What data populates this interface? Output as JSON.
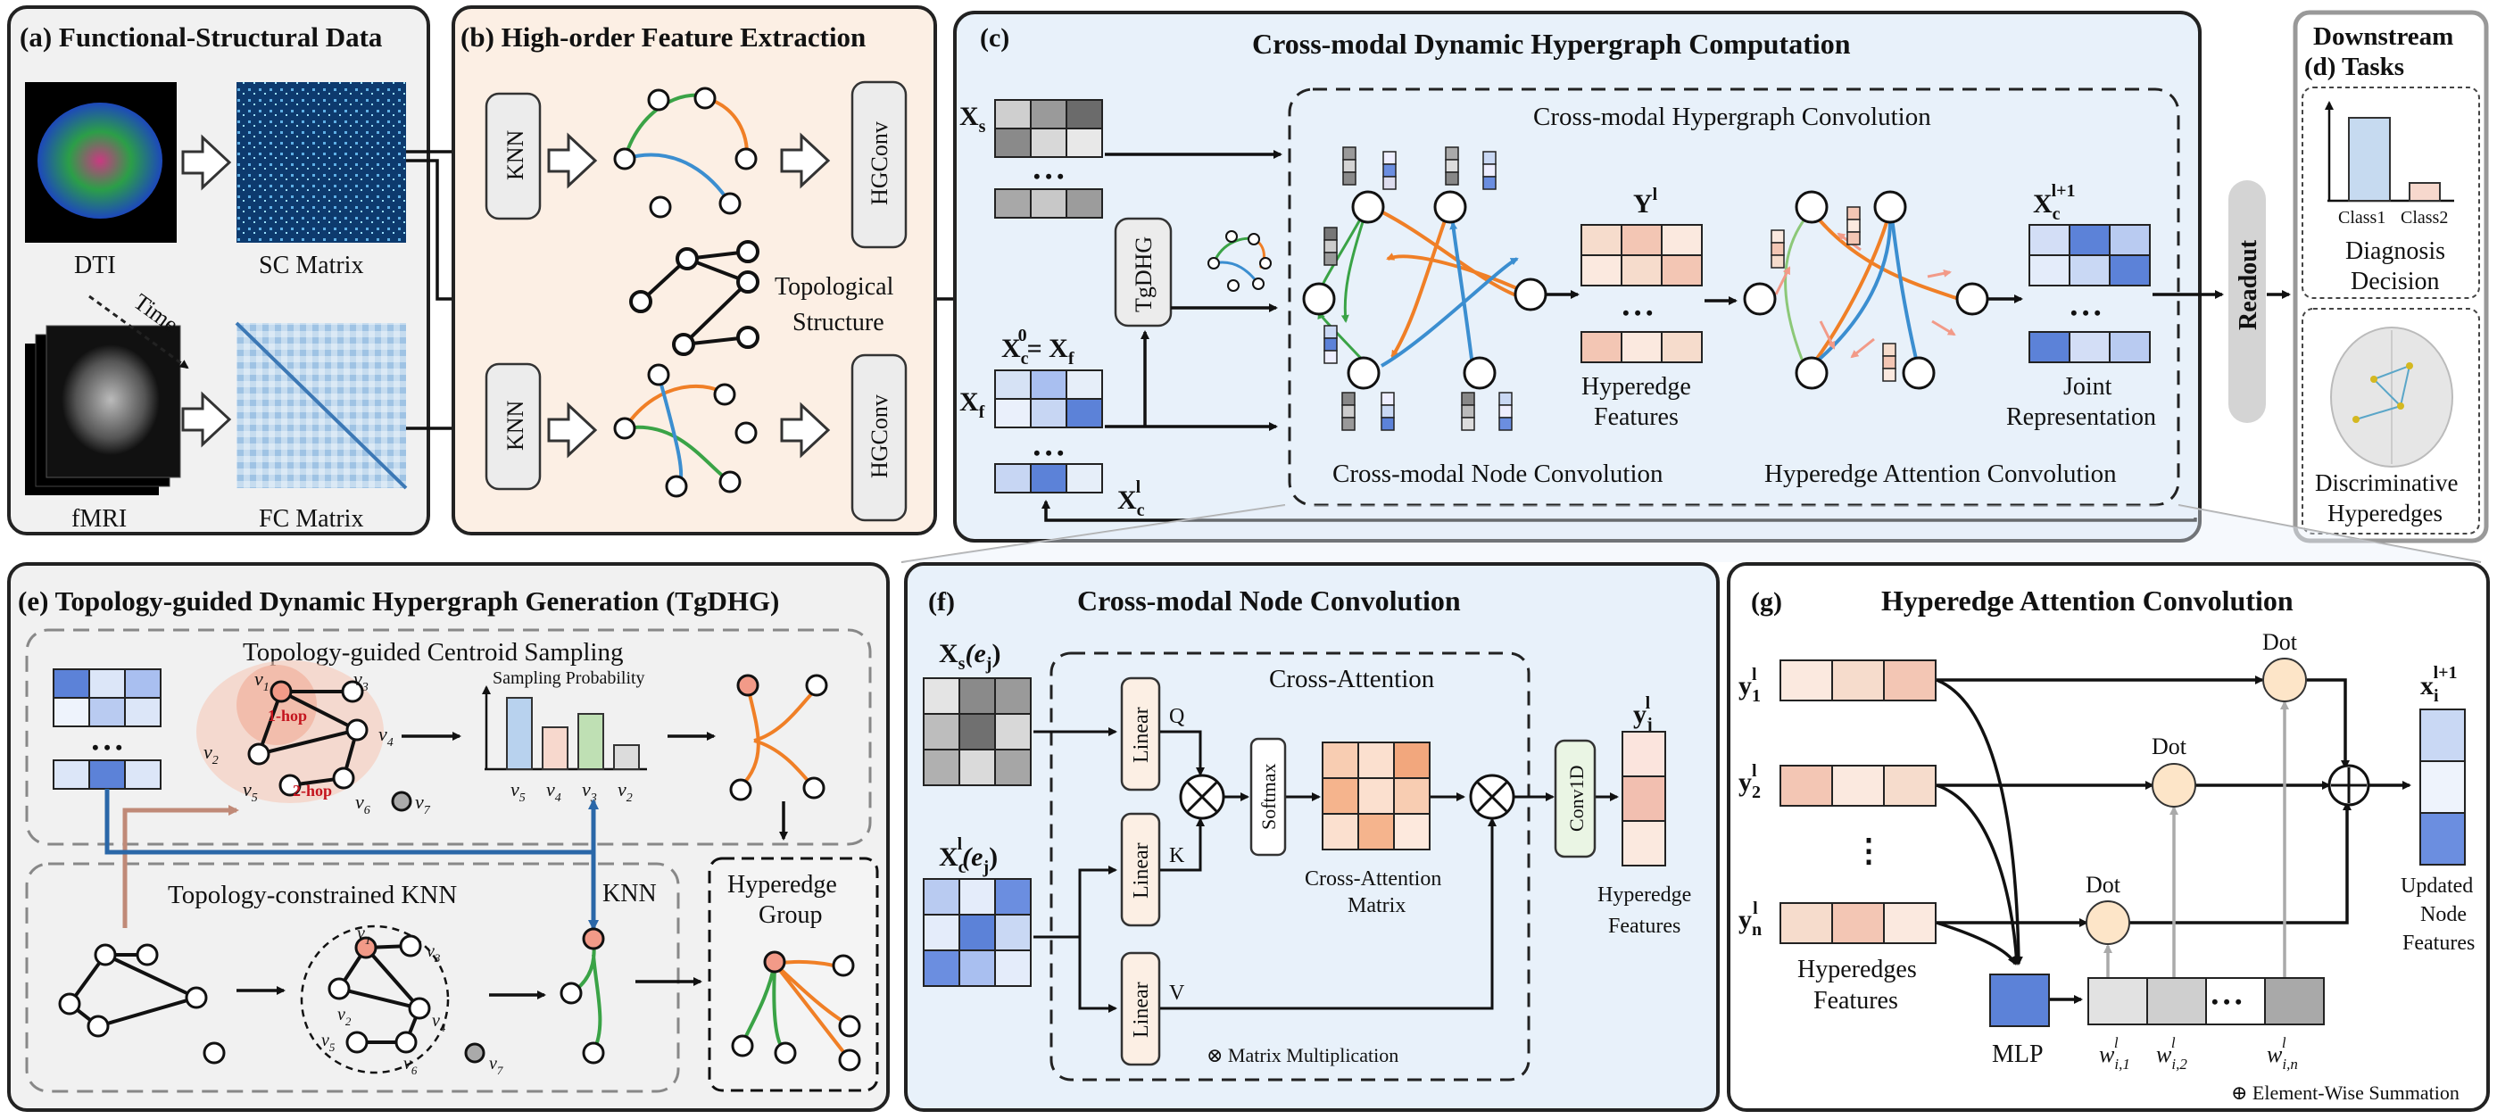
{
  "panels": {
    "a": {
      "title": "(a) Functional-Structural Data",
      "dti": "DTI",
      "sc": "SC Matrix",
      "fmri": "fMRI",
      "fc": "FC Matrix",
      "time": "Time"
    },
    "b": {
      "title": "(b) High-order Feature Extraction",
      "knn": "KNN",
      "hgconv": "HGConv",
      "topo1": "Topological",
      "topo2": "Structure"
    },
    "c": {
      "title": "(c)",
      "heading": "Cross-modal Dynamic Hypergraph Computation",
      "tgdhg": "TgDHG",
      "inner_title": "Cross-modal Hypergraph Convolution",
      "yl": "Y",
      "yl_sup": "l",
      "hyper1": "Hyperedge",
      "hyper2": "Features",
      "xc": "X",
      "xc_sub": "c",
      "xc_sup": "l+1",
      "joint1": "Joint",
      "joint2": "Representation",
      "node_conv": "Cross-modal Node Convolution",
      "hyper_att": "Hyperedge Attention Convolution",
      "xs": "X",
      "xs_sub": "s",
      "xf": "X",
      "xf_sub": "f",
      "xc0": "X",
      "xc0_sub": "c",
      "xc0_sup": "0",
      "xc0_eq": "= X",
      "xc0_eq_sub": "f",
      "xcl": "X",
      "xcl_sub": "c",
      "xcl_sup": "l",
      "dots": "• • •"
    },
    "readout": "Readout",
    "d": {
      "title1": "Downstream",
      "title2": "(d)   Tasks",
      "class1": "Class1",
      "class2": "Class2",
      "diag1": "Diagnosis",
      "diag2": "Decision",
      "disc1": "Discriminative",
      "disc2": "Hyperedges"
    },
    "e": {
      "title": "(e) Topology-guided Dynamic Hypergraph Generation (TgDHG)",
      "centroid": "Topology-guided Centroid Sampling",
      "sampling": "Sampling Probability",
      "hop1": "1-hop",
      "hop2": "2-hop",
      "knn_title": "Topology-constrained KNN",
      "knn": "KNN",
      "group1": "Hyperedge",
      "group2": "Group",
      "bars": [
        "v5",
        "v4",
        "v3",
        "v2"
      ]
    },
    "f": {
      "title": "(f)",
      "heading": "Cross-modal Node Convolution",
      "cross": "Cross-Attention",
      "linear": "Linear",
      "q": "Q",
      "k": "K",
      "v": "V",
      "softmax": "Softmax",
      "matrix1": "Cross-Attention",
      "matrix2": "Matrix",
      "conv": "Conv1D",
      "hyper1": "Hyperedge",
      "hyper2": "Features",
      "mm": "⊗ Matrix Multiplication",
      "xs": "X",
      "xs_sub": "s",
      "ej": "(e",
      "ej_sub": "j",
      "close": ")",
      "xcl": "X",
      "xcl_sub": "c",
      "xcl_sup": "l",
      "yj": "y",
      "yj_sub": "j",
      "yj_sup": "l"
    },
    "g": {
      "title": "(g)",
      "heading": "Hyperedge Attention Convolution",
      "dot": "Dot",
      "mlp": "MLP",
      "hyper1": "Hyperedges",
      "hyper2": "Features",
      "upd1": "Updated",
      "upd2": "Node",
      "upd3": "Features",
      "sum": "⊕ Element-Wise Summation",
      "y": "y",
      "x": "x",
      "xsub": "i",
      "xsup": "l+1",
      "w": "w",
      "vdots": "⋮"
    },
    "nodes": {
      "v1": "v",
      "s1": "1",
      "s2": "2",
      "s3": "3",
      "s4": "4",
      "s5": "5",
      "s6": "6",
      "s7": "7"
    }
  },
  "colors": {
    "green": "#3aa346",
    "orange": "#f07f26",
    "blue": "#3b8ed0",
    "pink": "#f29a88",
    "lightblue": "#e8f1fa",
    "beige": "#fcefe4",
    "gray": "#f4f4f4"
  }
}
